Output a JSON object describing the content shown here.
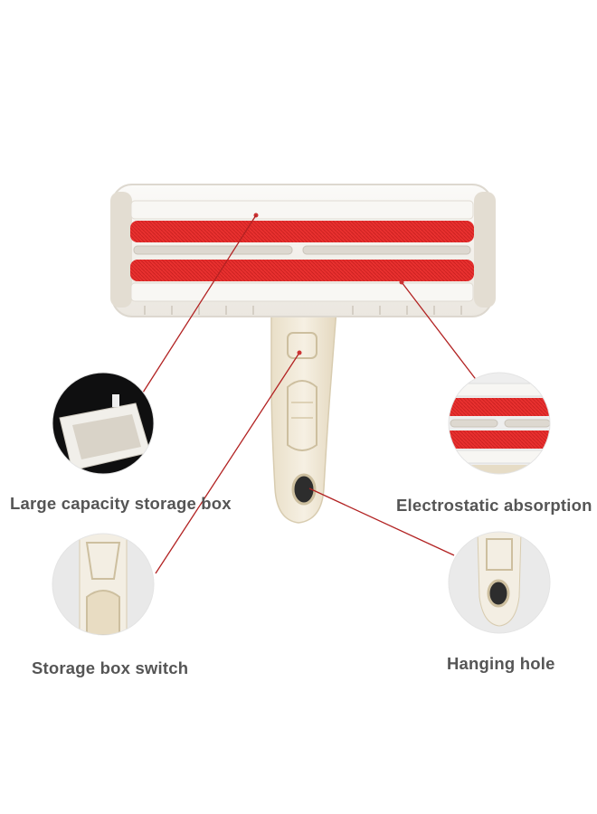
{
  "labels": {
    "storage_box": "Large capacity storage box",
    "electrostatic": "Electrostatic absorption",
    "switch": "Storage box switch",
    "hanging_hole": "Hanging hole"
  },
  "colors": {
    "accent_red": "#e8302f",
    "leader_line": "#b22222",
    "body_white": "#f4f2ee",
    "handle_beige": "#efe6d2",
    "label_gray": "#555555"
  }
}
